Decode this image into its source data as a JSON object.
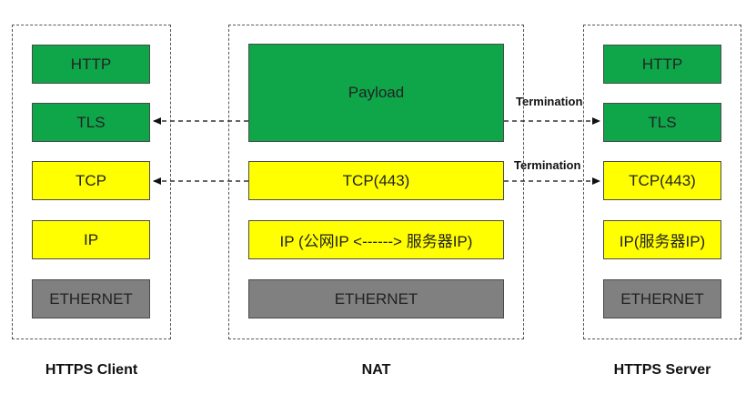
{
  "client": {
    "caption": "HTTPS Client",
    "layers": [
      "HTTP",
      "TLS",
      "TCP",
      "IP",
      "ETHERNET"
    ]
  },
  "nat": {
    "caption": "NAT",
    "payload": "Payload",
    "tcp": "TCP(443)",
    "ip": "IP (公网IP <------> 服务器IP)",
    "ethernet": "ETHERNET"
  },
  "server": {
    "caption": "HTTPS Server",
    "layers": [
      "HTTP",
      "TLS",
      "TCP(443)",
      "IP(服务器IP)",
      "ETHERNET"
    ]
  },
  "connections": {
    "tls_termination": "Termination",
    "tcp_termination": "Termination"
  },
  "colors": {
    "application": "#0fa64a",
    "transport": "#ffff00",
    "link": "#808080"
  }
}
